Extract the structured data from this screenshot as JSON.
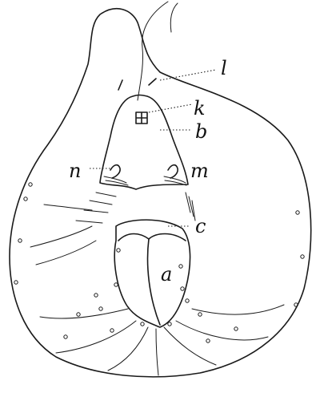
{
  "labels": {
    "l": "l",
    "k": "k",
    "b": "b",
    "n": "n",
    "m": "m",
    "c": "c",
    "a": "a"
  }
}
